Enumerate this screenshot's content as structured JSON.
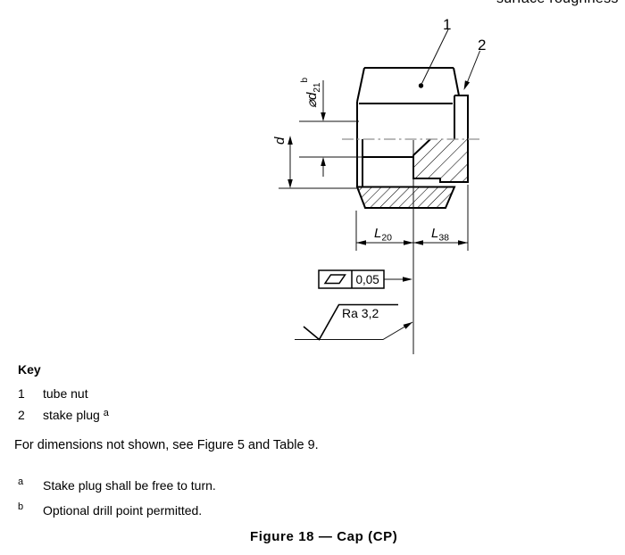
{
  "header": {
    "clipped_text": "surface roughness"
  },
  "key": {
    "title": "Key",
    "items": [
      {
        "num": "1",
        "label": "tube nut",
        "footnote_ref": ""
      },
      {
        "num": "2",
        "label": "stake plug",
        "footnote_ref": "a"
      }
    ]
  },
  "note": "For dimensions not shown, see Figure 5 and Table 9.",
  "footnotes": [
    {
      "marker": "a",
      "text": "Stake plug shall be free to turn."
    },
    {
      "marker": "b",
      "text": "Optional drill point permitted."
    }
  ],
  "caption": "Figure 18 — Cap (CP)",
  "drawing": {
    "callouts": {
      "c1": "1",
      "c2": "2"
    },
    "dims": {
      "bore": {
        "symbol": "⌀d",
        "sub": "21",
        "sup": "b"
      },
      "tube": {
        "symbol": "d"
      },
      "left_len": {
        "symbol": "L",
        "sub": "20"
      },
      "right_len": {
        "symbol": "L",
        "sub": "38"
      }
    },
    "tolerance": {
      "symbol_name": "parallelism-parallelogram",
      "value": "0,05"
    },
    "roughness": {
      "value": "Ra 3,2"
    },
    "colors": {
      "line": "#000000",
      "centerline": "#8f8f8f"
    }
  }
}
